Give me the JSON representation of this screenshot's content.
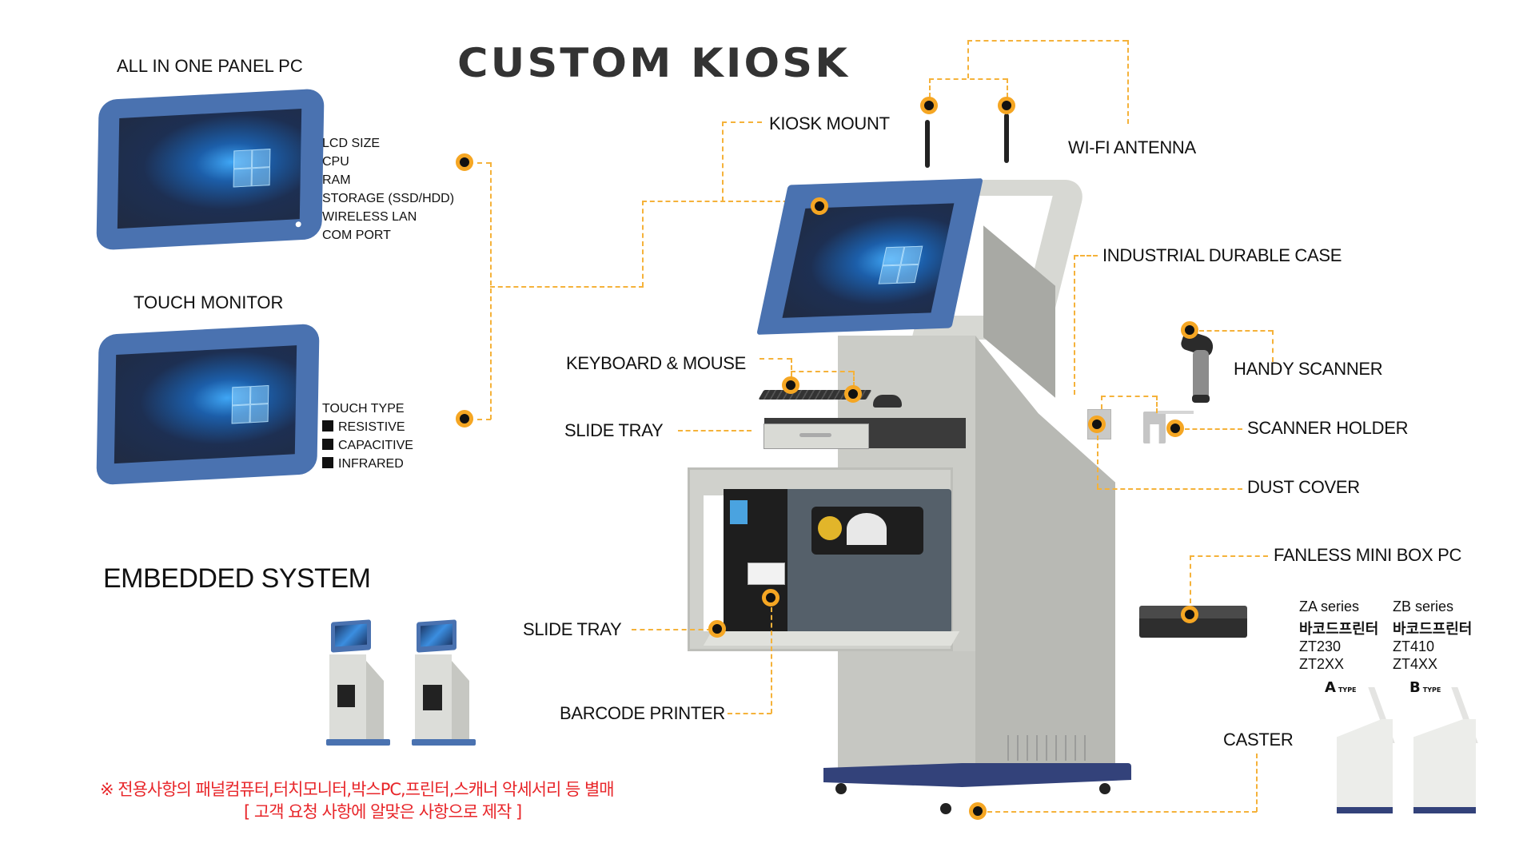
{
  "header": {
    "title": "CUSTOM KIOSK"
  },
  "left_panel": {
    "all_in_one": {
      "title": "ALL IN ONE PANEL PC",
      "specs": [
        "LCD SIZE",
        "CPU",
        "RAM",
        "STORAGE (SSD/HDD)",
        "WIRELESS LAN",
        "COM PORT"
      ]
    },
    "touch_monitor": {
      "title": "TOUCH MONITOR",
      "touch_type_label": "TOUCH TYPE",
      "types": [
        "RESISTIVE",
        "CAPACITIVE",
        "INFRARED"
      ]
    },
    "embedded": {
      "title": "EMBEDDED SYSTEM"
    },
    "note": {
      "line1": "※ 전용사항의 패널컴퓨터,터치모니터,박스PC,프린터,스캐너 악세서리 등 별매",
      "line2": "[ 고객 요청 사항에 알맞은 사항으로 제작 ]",
      "color": "#e8262a"
    }
  },
  "callouts": {
    "kiosk_mount": "KIOSK MOUNT",
    "wifi_antenna": "WI-FI ANTENNA",
    "industrial_case": "INDUSTRIAL DURABLE CASE",
    "keyboard_mouse": "KEYBOARD & MOUSE",
    "slide_tray_top": "SLIDE TRAY",
    "handy_scanner": "HANDY SCANNER",
    "scanner_holder": "SCANNER HOLDER",
    "dust_cover": "DUST COVER",
    "fanless_pc": "FANLESS MINI BOX PC",
    "slide_tray_bottom": "SLIDE TRAY",
    "barcode_printer": "BARCODE PRINTER",
    "caster": "CASTER"
  },
  "printer_types": [
    {
      "series": "ZA series",
      "kind": "바코드프린터",
      "models": [
        "ZT230",
        "ZT2XX"
      ],
      "type_letter": "A",
      "type_word": "TYPE"
    },
    {
      "series": "ZB series",
      "kind": "바코드프린터",
      "models": [
        "ZT410",
        "ZT4XX"
      ],
      "type_letter": "B",
      "type_word": "TYPE"
    }
  ],
  "colors": {
    "accent_orange": "#f5a623",
    "panel_blue": "#4a72b0",
    "base_navy": "#33427a",
    "body_gray": "#c9cac5"
  }
}
